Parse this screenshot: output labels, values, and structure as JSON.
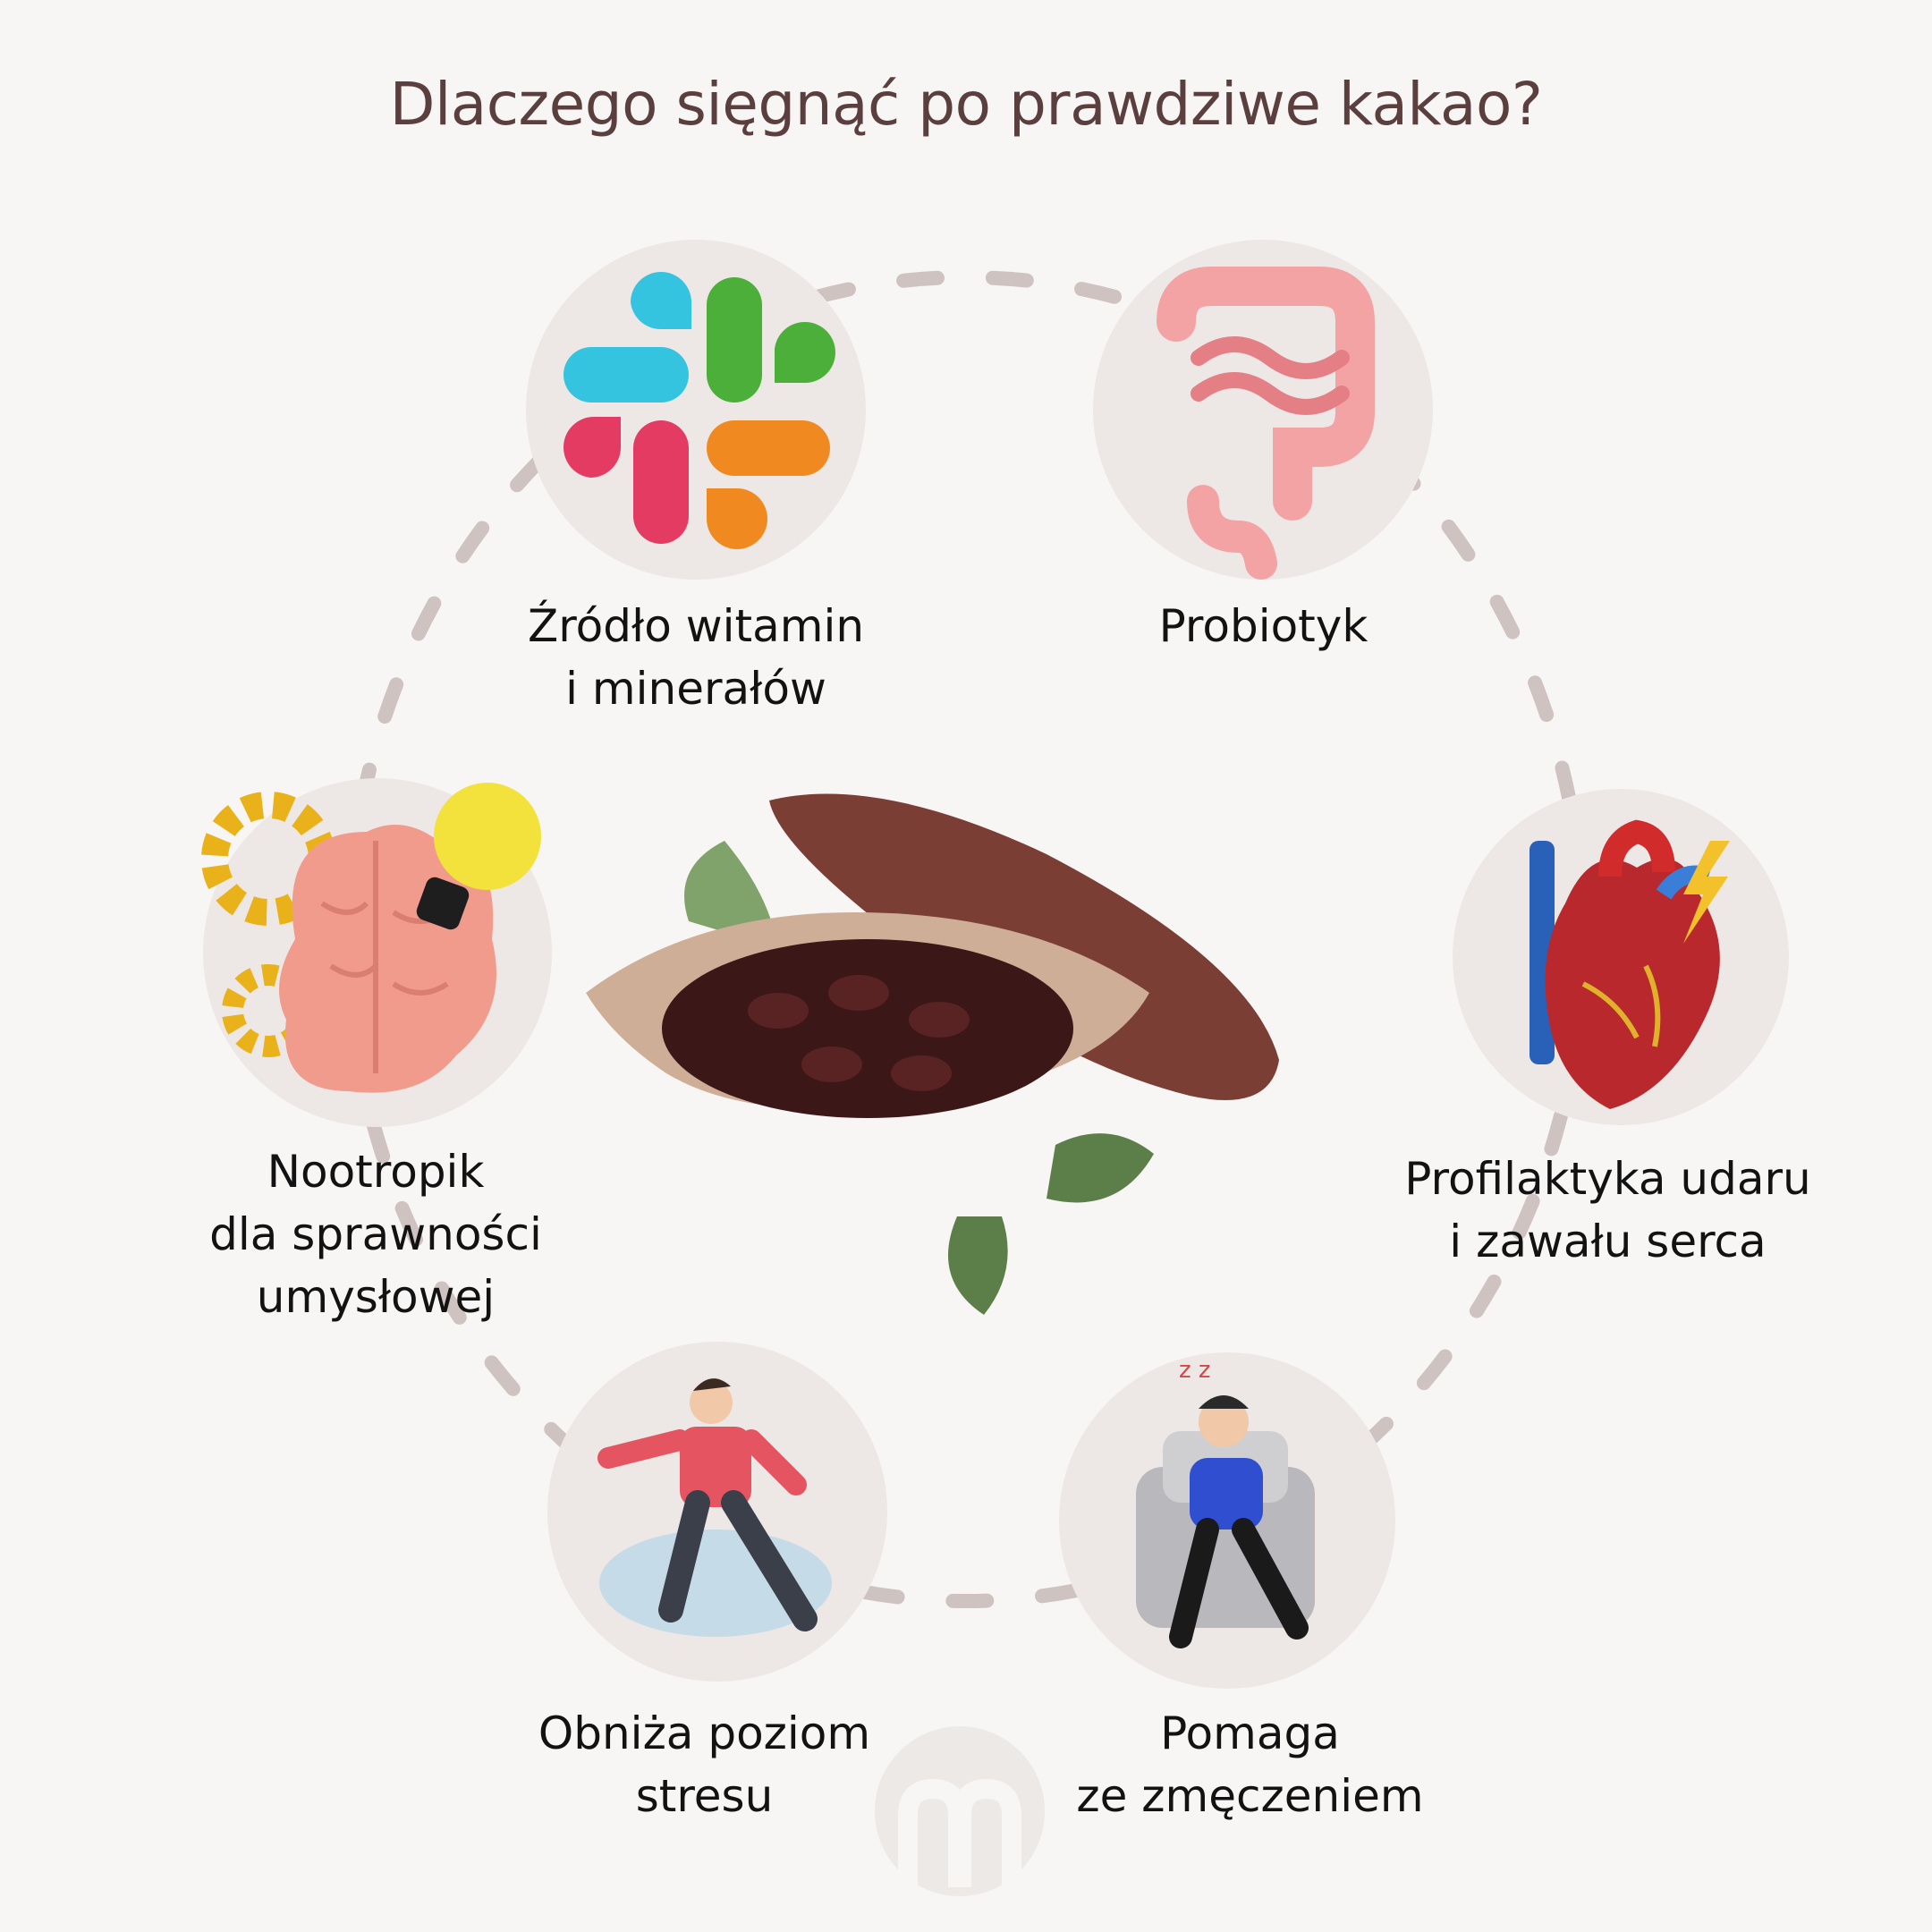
{
  "title": "Dlaczego sięgnąć po prawdziwe kakao?",
  "benefits": [
    {
      "id": "vitamins",
      "icon": "vitamin-pills-icon",
      "lines": [
        "Źródło witamin",
        "i minerałów"
      ]
    },
    {
      "id": "probiotic",
      "icon": "intestine-icon",
      "lines": [
        "Probiotyk"
      ]
    },
    {
      "id": "heart",
      "icon": "heart-icon",
      "lines": [
        "Profilaktyka udaru",
        "i zawału serca"
      ]
    },
    {
      "id": "fatigue",
      "icon": "sleeping-man-icon",
      "lines": [
        "Pomaga",
        "ze zmęczeniem"
      ]
    },
    {
      "id": "stress",
      "icon": "relaxed-man-icon",
      "lines": [
        "Obniża poziom",
        "stresu"
      ]
    },
    {
      "id": "nootropic",
      "icon": "brain-icon",
      "lines": [
        "Nootropik",
        "dla sprawności",
        "umysłowej"
      ]
    }
  ],
  "center": {
    "icon": "cocoa-pod-icon"
  },
  "watermark": {
    "icon": "brand-logo-icon"
  },
  "colors": {
    "title": "#5b3f3f",
    "circle": "#ede8e6",
    "dash": "#cfc3c2",
    "background": "#f7f6f5"
  }
}
